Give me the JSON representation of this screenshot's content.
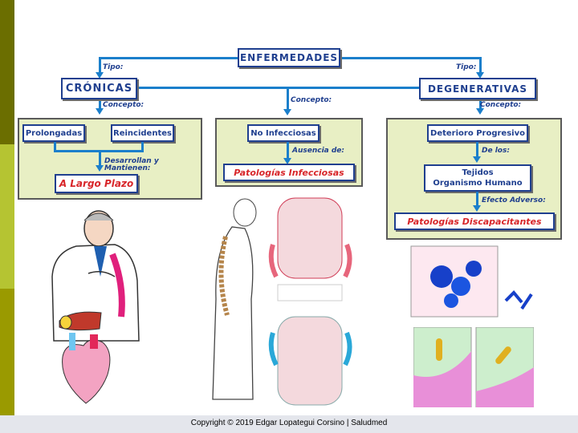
{
  "diagram": {
    "root": "ENFERMEDADES",
    "tipo_left": "Tipo:",
    "tipo_right": "Tipo:",
    "concepto": "Concepto:",
    "cronicas": {
      "title": "CRÓNICAS",
      "concepto": "Concepto:",
      "item1": "Prolongadas",
      "item2": "Reincidentes",
      "desarrollan": "Desarrollan y Mantienen:",
      "result": "A Largo Plazo"
    },
    "center": {
      "item": "No Infecciosas",
      "ausencia": "Ausencia de:",
      "result": "Patologías Infecciosas"
    },
    "degenerativas": {
      "title": "DEGENERATIVAS",
      "concepto": "Concepto:",
      "item1": "Deterioro Progresivo",
      "de_los": "De los:",
      "tejidos_line1": "Tejidos",
      "tejidos_line2": "Organismo Humano",
      "efecto": "Efecto Adverso:",
      "result": "Patologías Discapacitantes"
    }
  },
  "footer": {
    "copyright": "Copyright © 2019 Edgar Lopategui Corsino | Saludmed"
  },
  "colors": {
    "box_text": "#1f3f8f",
    "connector": "#1b7fcb",
    "red_text": "#d8262a",
    "panel_fill": "#e8efc4"
  }
}
